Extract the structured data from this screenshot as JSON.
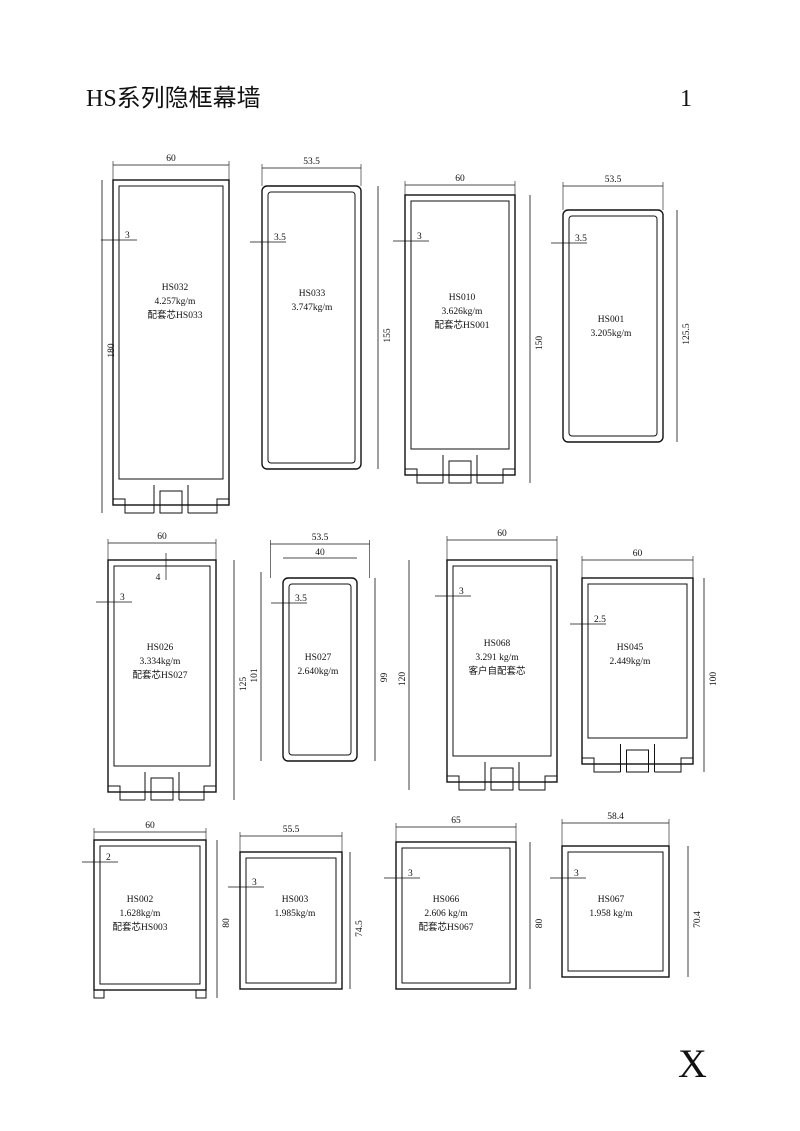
{
  "page": {
    "title": "HS系列隐框幕墙",
    "page_number": "1",
    "corner_mark": "X"
  },
  "profiles": [
    {
      "code": "HS032",
      "weight": "4.257kg/m",
      "note": "配套芯HS033",
      "width_dim": "60",
      "height_dim": "180",
      "thickness_dim": "3"
    },
    {
      "code": "HS033",
      "weight": "3.747kg/m",
      "note": "",
      "width_dim": "53.5",
      "height_dim": "155",
      "thickness_dim": "3.5"
    },
    {
      "code": "HS010",
      "weight": "3.626kg/m",
      "note": "配套芯HS001",
      "width_dim": "60",
      "height_dim": "150",
      "thickness_dim": "3"
    },
    {
      "code": "HS001",
      "weight": "3.205kg/m",
      "note": "",
      "width_dim": "53.5",
      "height_dim": "125.5",
      "thickness_dim": "3.5"
    },
    {
      "code": "HS026",
      "weight": "3.334kg/m",
      "note": "配套芯HS027",
      "width_dim": "60",
      "height_dim": "125",
      "thickness_dim": "3",
      "extra_dim": "4"
    },
    {
      "code": "HS027",
      "weight": "2.640kg/m",
      "note": "",
      "width_dim": "53.5",
      "inner_width_dim": "40",
      "height_dim": "99",
      "left_height_dim": "101",
      "thickness_dim": "3.5"
    },
    {
      "code": "HS068",
      "weight": "3.291 kg/m",
      "note": "客户自配套芯",
      "width_dim": "60",
      "height_dim": "120",
      "thickness_dim": "3"
    },
    {
      "code": "HS045",
      "weight": "2.449kg/m",
      "note": "",
      "width_dim": "60",
      "height_dim": "100",
      "thickness_dim": "2.5"
    },
    {
      "code": "HS002",
      "weight": "1.628kg/m",
      "note": "配套芯HS003",
      "width_dim": "60",
      "height_dim": "80",
      "thickness_dim": "2"
    },
    {
      "code": "HS003",
      "weight": "1.985kg/m",
      "note": "",
      "width_dim": "55.5",
      "height_dim": "74.5",
      "thickness_dim": "3"
    },
    {
      "code": "HS066",
      "weight": "2.606 kg/m",
      "note": "配套芯HS067",
      "width_dim": "65",
      "height_dim": "80",
      "thickness_dim": "3"
    },
    {
      "code": "HS067",
      "weight": "1.958 kg/m",
      "note": "",
      "width_dim": "58.4",
      "height_dim": "70.4",
      "thickness_dim": "3"
    }
  ]
}
